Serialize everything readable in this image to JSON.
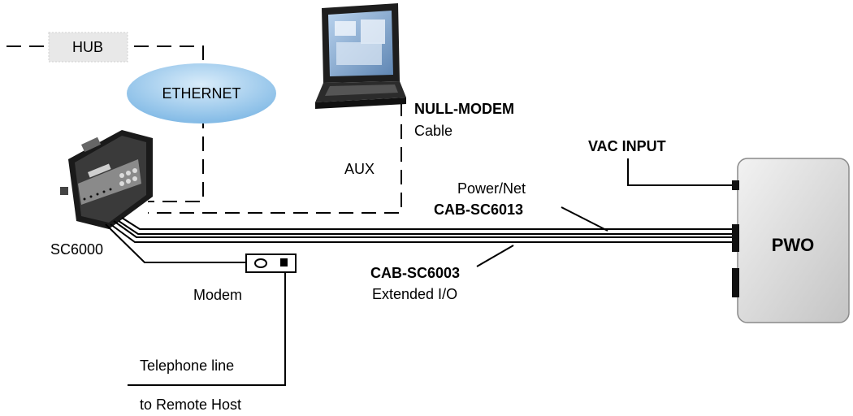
{
  "diagram": {
    "nodes": {
      "hub": "HUB",
      "ethernet": "ETHERNET",
      "controller": "SC6000",
      "modem": "Modem",
      "pwo": "PWO",
      "laptop": "laptop-icon"
    },
    "labels": {
      "null_modem": "NULL-MODEM",
      "null_modem_sub": "Cable",
      "aux": "AUX",
      "vac_input": "VAC INPUT",
      "power_net": "Power/Net",
      "cab_sc6013": "CAB-SC6013",
      "cab_sc6003": "CAB-SC6003",
      "extended_io": "Extended I/O",
      "telephone_line": "Telephone line",
      "remote_host": "to Remote Host"
    },
    "colors": {
      "ethernet_fill": "#8fc4ec",
      "hub_fill": "#e6e6e6",
      "pwo_fill": "#d6d6d6",
      "line": "#000000"
    }
  }
}
